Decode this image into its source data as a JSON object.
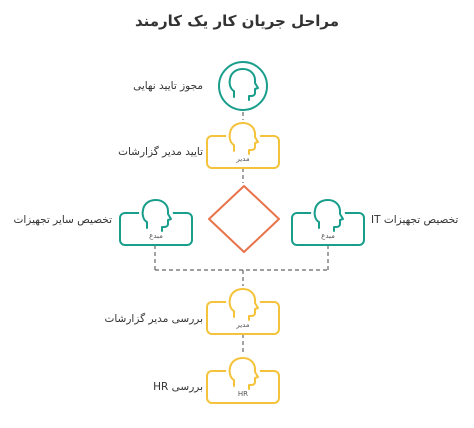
{
  "title": "مراحل جریان کار یک کارمند",
  "colors": {
    "teal": "#1a9e8c",
    "yellow": "#f5c33b",
    "orange": "#e8734a",
    "dash": "#666666",
    "text": "#333333"
  },
  "nodes": {
    "final_approval": {
      "label": "مجوز تایید نهایی",
      "icon": "head-icon"
    },
    "reports_manager_approve": {
      "label": "تایید مدیر گزارشات",
      "tag": "مدیر",
      "icon": "head-icon"
    },
    "other_equipment": {
      "label": "تخصیص سایر تجهیزات",
      "tag": "مبدع",
      "icon": "head-icon"
    },
    "it_equipment": {
      "label": "تخصیص تجهیزات IT",
      "tag": "مبدع",
      "icon": "head-icon"
    },
    "reports_manager_review": {
      "label": "بررسی مدیر گزارشات",
      "tag": "مدیر",
      "icon": "head-icon"
    },
    "hr_review": {
      "label": "بررسی HR",
      "tag": "HR",
      "icon": "head-icon"
    }
  }
}
